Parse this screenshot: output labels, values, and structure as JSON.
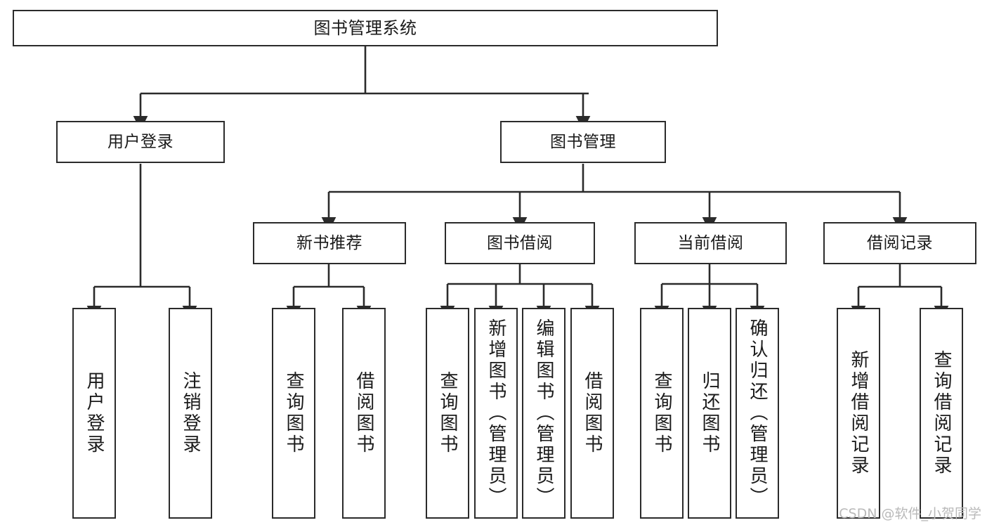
{
  "diagram": {
    "type": "hierarchy-tree",
    "title": "图书管理系统",
    "watermark": "CSDN @软件_小贺同学",
    "colors": {
      "box_border": "#2b2b2b",
      "box_fill": "#ffffff",
      "edge": "#2b2b2b",
      "text": "#1a1a1a",
      "watermark": "#b9b9b9",
      "background": "#ffffff"
    },
    "nodes": {
      "root": {
        "label": "图书管理系统"
      },
      "level2": [
        {
          "id": "user-login",
          "label": "用户登录"
        },
        {
          "id": "book-management",
          "label": "图书管理"
        }
      ],
      "level3": [
        {
          "id": "new-book-recommend",
          "label": "新书推荐"
        },
        {
          "id": "book-borrow",
          "label": "图书借阅"
        },
        {
          "id": "current-borrow",
          "label": "当前借阅"
        },
        {
          "id": "borrow-record",
          "label": "借阅记录"
        }
      ],
      "leaves": [
        {
          "id": "leaf-user-login",
          "label": "用户登录",
          "parent": "user-login"
        },
        {
          "id": "leaf-logout",
          "label": "注销登录",
          "parent": "user-login"
        },
        {
          "id": "leaf-query-book-1",
          "label": "查询图书",
          "parent": "new-book-recommend"
        },
        {
          "id": "leaf-borrow-book-1",
          "label": "借阅图书",
          "parent": "new-book-recommend"
        },
        {
          "id": "leaf-query-book-2",
          "label": "查询图书",
          "parent": "book-borrow"
        },
        {
          "id": "leaf-add-book",
          "label": "新增图书（管理员）",
          "parent": "book-borrow"
        },
        {
          "id": "leaf-edit-book",
          "label": "编辑图书（管理员）",
          "parent": "book-borrow"
        },
        {
          "id": "leaf-borrow-book-2",
          "label": "借阅图书",
          "parent": "book-borrow"
        },
        {
          "id": "leaf-query-book-3",
          "label": "查询图书",
          "parent": "current-borrow"
        },
        {
          "id": "leaf-return-book",
          "label": "归还图书",
          "parent": "current-borrow"
        },
        {
          "id": "leaf-confirm-return",
          "label": "确认归还（管理员）",
          "parent": "current-borrow"
        },
        {
          "id": "leaf-add-record",
          "label": "新增借阅记录",
          "parent": "borrow-record"
        },
        {
          "id": "leaf-query-record",
          "label": "查询借阅记录",
          "parent": "borrow-record"
        }
      ]
    }
  }
}
